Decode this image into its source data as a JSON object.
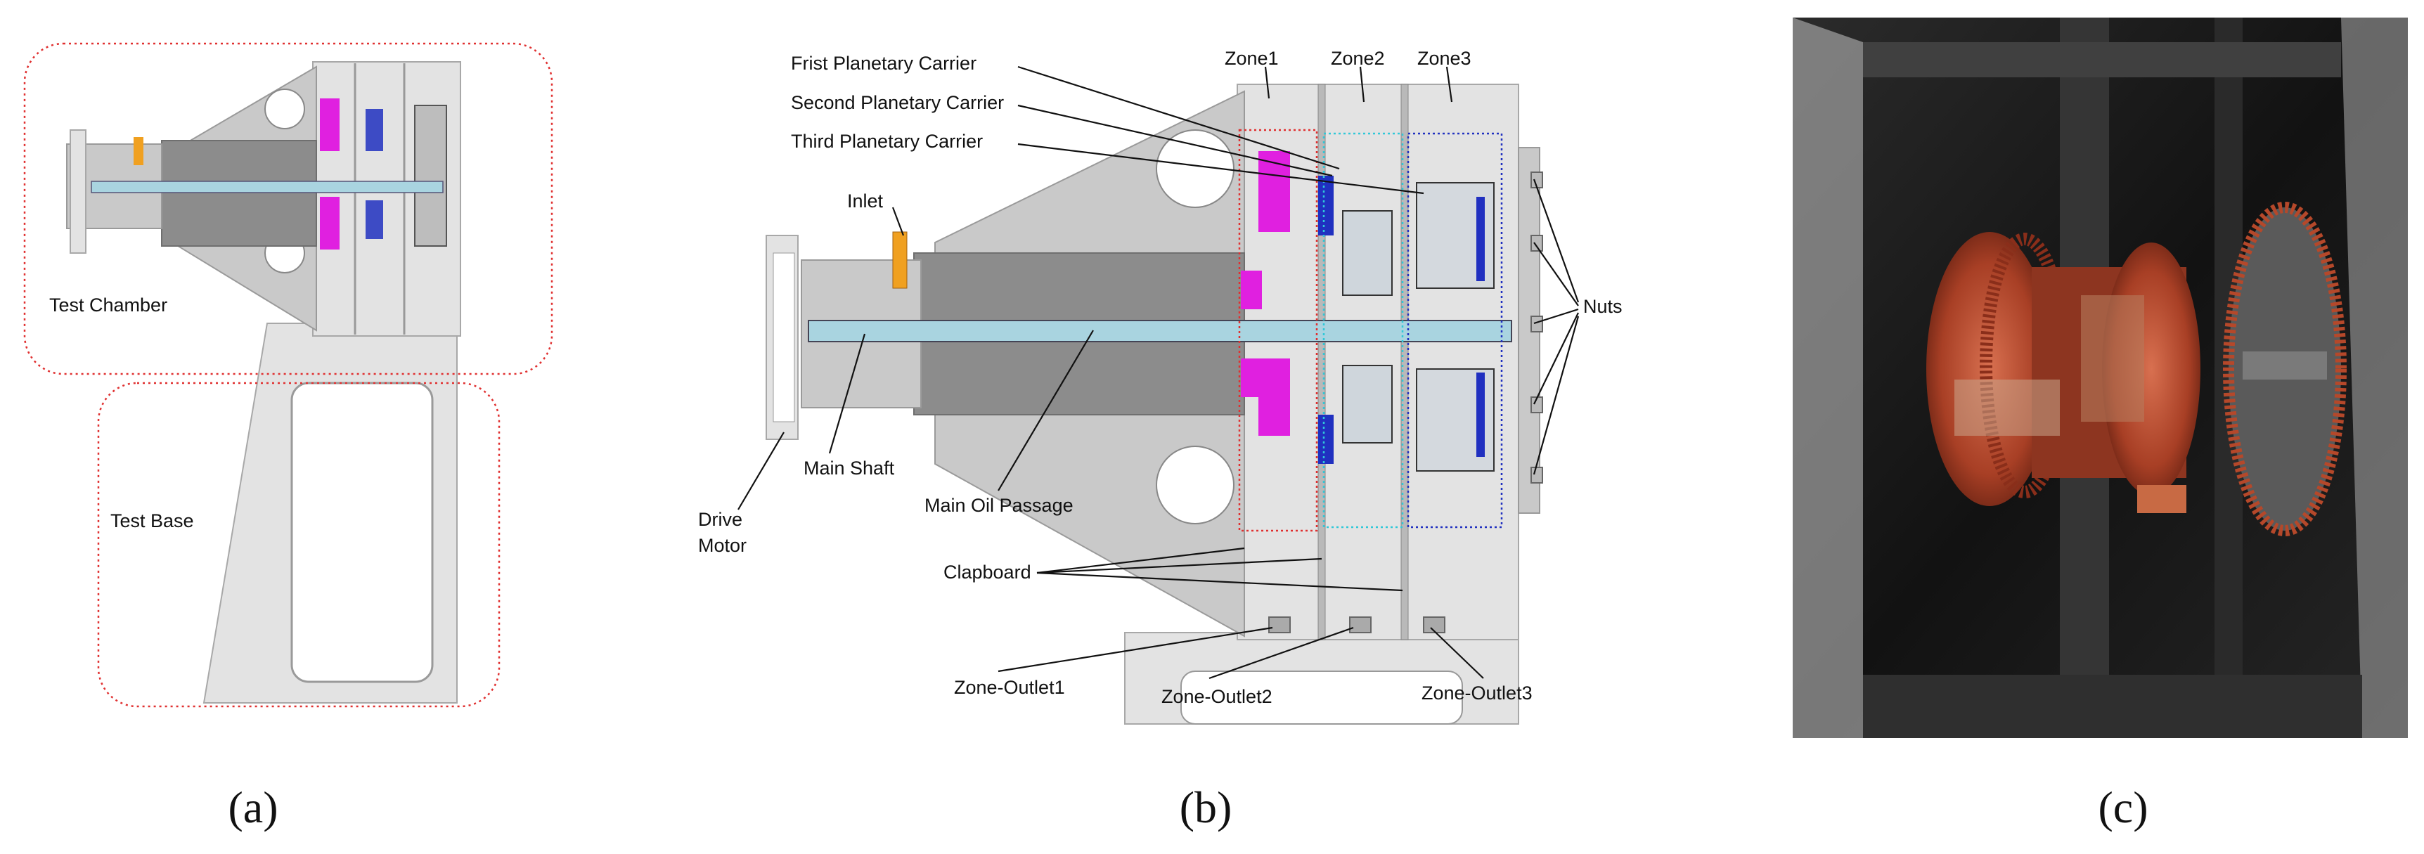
{
  "panels": {
    "a": {
      "caption": "(a)",
      "labels": {
        "test_chamber": "Test Chamber",
        "test_base": "Test Base"
      }
    },
    "b": {
      "caption": "(b)",
      "labels": {
        "frist_planetary_carrier": "Frist Planetary Carrier",
        "second_planetary_carrier": "Second Planetary Carrier",
        "third_planetary_carrier": "Third Planetary Carrier",
        "inlet": "Inlet",
        "zone1": "Zone1",
        "zone2": "Zone2",
        "zone3": "Zone3",
        "nuts": "Nuts",
        "main_shaft": "Main Shaft",
        "drive_motor_line1": "Drive",
        "drive_motor_line2": "Motor",
        "main_oil_passage": "Main Oil Passage",
        "clapboard": "Clapboard",
        "zone_outlet1": "Zone-Outlet1",
        "zone_outlet2": "Zone-Outlet2",
        "zone_outlet3": "Zone-Outlet3"
      }
    },
    "c": {
      "caption": "(c)"
    }
  },
  "colors": {
    "magenta": "#e020e0",
    "blue": "#2030c0",
    "cyan": "#30c8d8",
    "red_dotted": "#e03030",
    "orange": "#f0a020",
    "shaft": "#a9d4e0",
    "copper": "#b5482a"
  }
}
